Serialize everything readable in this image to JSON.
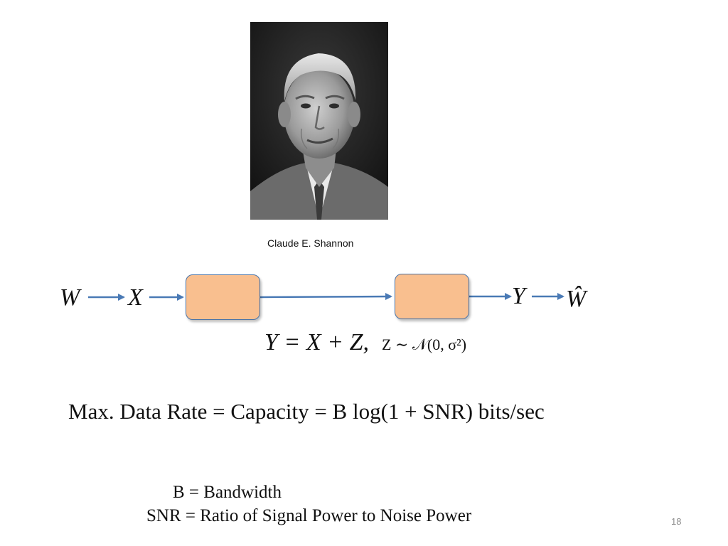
{
  "portrait": {
    "caption": "Claude E. Shannon"
  },
  "diagram": {
    "input_message": "W",
    "encoded_input": "X",
    "channel_output": "Y",
    "decoded_message": "Ŵ",
    "arrow_color": "#4a7ab5",
    "block_color": "#f9bf8f"
  },
  "channel_equation": {
    "main": "Y = X + Z,",
    "noise": "Z ∼ 𝒩(0, σ²)"
  },
  "capacity_formula": "Max. Data Rate = Capacity = B log(1 + SNR) bits/sec",
  "definitions": [
    {
      "text": "B = Bandwidth"
    },
    {
      "text": "SNR = Ratio of Signal Power to Noise Power"
    }
  ],
  "slide": {
    "page_number": "18"
  }
}
